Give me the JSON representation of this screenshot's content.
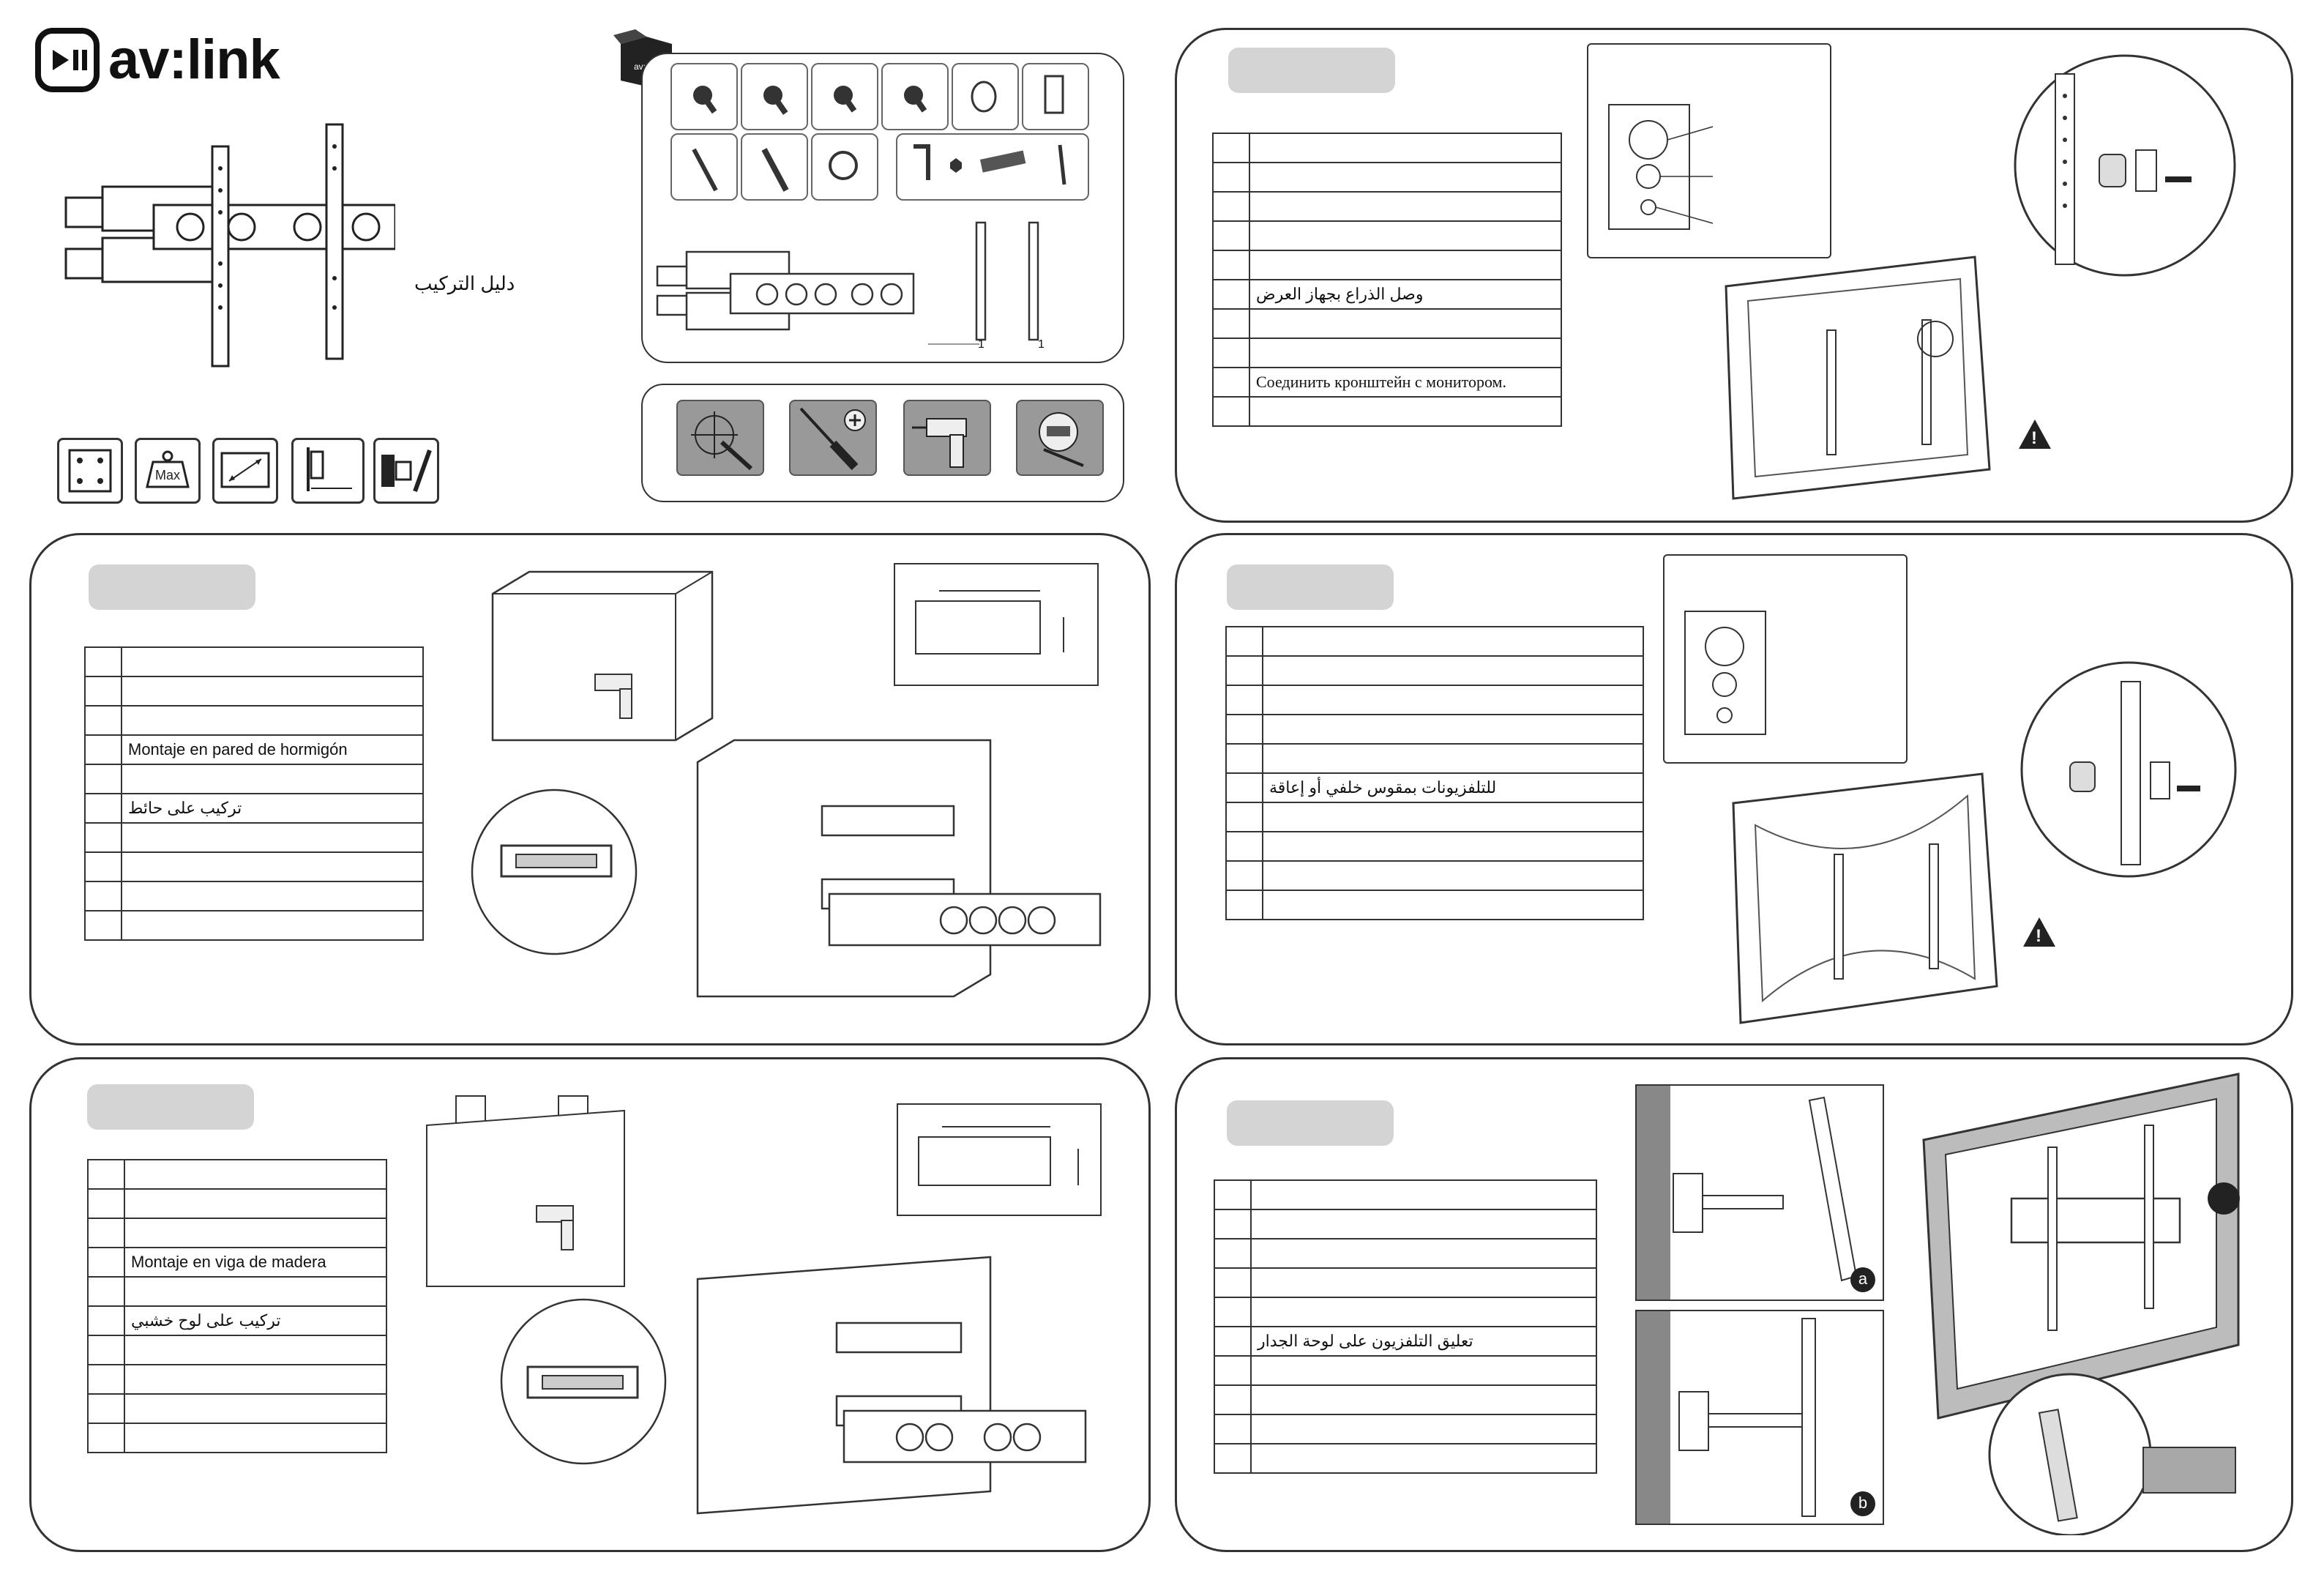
{
  "brand": {
    "name": "av:link"
  },
  "cover": {
    "title_ar": "دليل التركيب"
  },
  "warning_symbol": "!",
  "callout_letters": {
    "a": "a",
    "b": "b"
  },
  "part_counts": [
    "1",
    "1"
  ],
  "sections": {
    "attach_display": {
      "steps": [
        "",
        "",
        "",
        "",
        "",
        "وصل الذراع بجهاز العرض",
        "",
        "",
        "Соединить кронштейн с монитором.",
        ""
      ]
    },
    "concrete_wall": {
      "steps": [
        "",
        "",
        "",
        "Montaje en pared de hormigón",
        "",
        "تركيب على حائط",
        "",
        "",
        "",
        ""
      ]
    },
    "curved_back": {
      "steps": [
        "",
        "",
        "",
        "",
        "",
        "للتلفزيونات بمقوس خلفي أو إعاقة",
        "",
        "",
        "",
        ""
      ]
    },
    "wood_stud": {
      "steps": [
        "",
        "",
        "",
        "Montaje en viga de madera",
        "",
        "تركيب على لوح خشبي",
        "",
        "",
        "",
        ""
      ]
    },
    "hang_tv": {
      "steps": [
        "",
        "",
        "",
        "",
        "",
        "تعليق التلفزيون على لوحة الجدار",
        "",
        "",
        "",
        ""
      ]
    }
  },
  "colors": {
    "panel_border": "#333333",
    "tab_fill": "#d4d4d4",
    "tool_tile": "#999999",
    "screen_gray": "#bcbcbc"
  }
}
